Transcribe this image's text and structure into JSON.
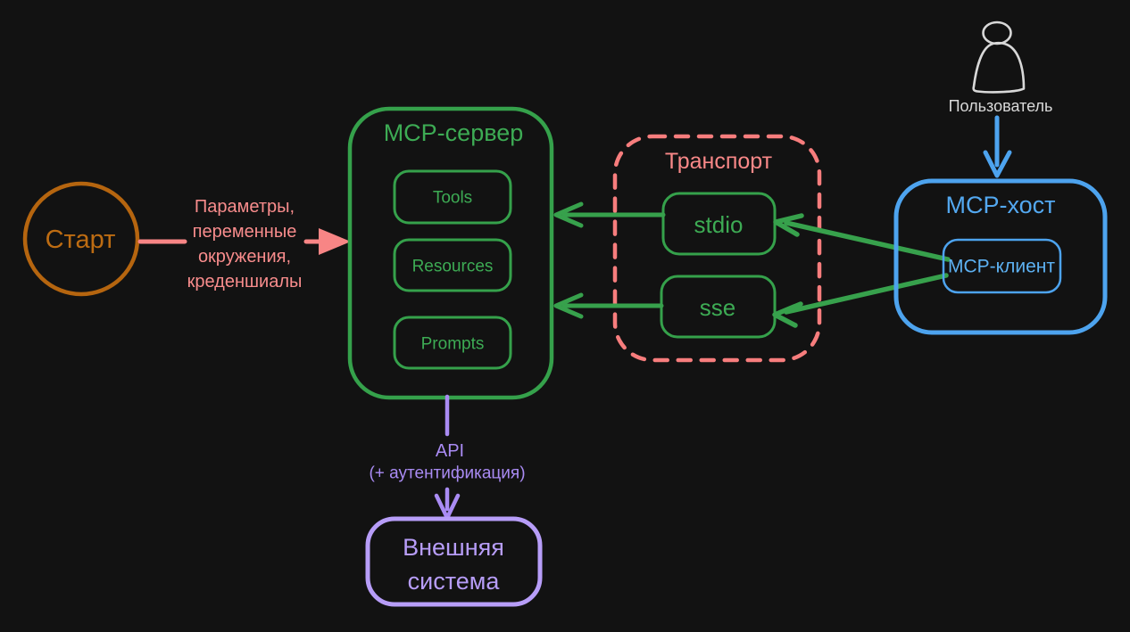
{
  "diagram": {
    "start": {
      "label": "Старт"
    },
    "params": {
      "lines": [
        "Параметры,",
        "переменные",
        "окружения,",
        "креденшиалы"
      ]
    },
    "server": {
      "title": "MCP-сервер",
      "items": [
        "Tools",
        "Resources",
        "Prompts"
      ]
    },
    "transport": {
      "title": "Транспорт",
      "items": [
        "stdio",
        "sse"
      ]
    },
    "host": {
      "title": "MCP-хост",
      "client": "MCP-клиент"
    },
    "user": {
      "label": "Пользователь"
    },
    "api": {
      "lines": [
        "API",
        "(+ аутентификация)"
      ]
    },
    "external": {
      "lines": [
        "Внешняя",
        "система"
      ]
    }
  },
  "colors": {
    "background": "#121212",
    "orange": "#b5650f",
    "pink": "#f88585",
    "green": "#37a14c",
    "green_text": "#3dab54",
    "blue": "#4da3ee",
    "blue_light": "#5db1f2",
    "purple": "#a98bf3",
    "purple_light": "#b79df8",
    "white": "#d9d9d9"
  }
}
